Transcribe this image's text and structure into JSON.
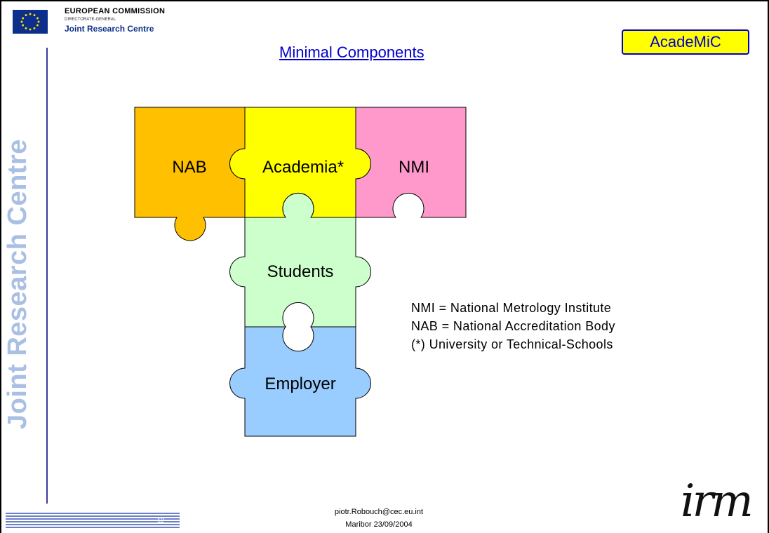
{
  "header": {
    "org_title": "EUROPEAN COMMISSION",
    "org_sub": "DIRECTORATE-GENERAL",
    "org_unit": "Joint Research Centre",
    "side_title": "Joint Research Centre"
  },
  "slide": {
    "title": "Minimal Components",
    "badge": "AcadeMiC"
  },
  "pieces": {
    "nab": "NAB",
    "academia": "Academia*",
    "nmi": "NMI",
    "students": "Students",
    "employer": "Employer"
  },
  "legend": [
    "NMI = National Metrology Institute",
    "NAB = National Accreditation Body",
    "(*) University or Technical-Schools"
  ],
  "footer": {
    "email": "piotr.Robouch@cec.eu.int",
    "event": "Maribor 23/09/2004",
    "page_number": "12",
    "logo": "irm"
  },
  "colors": {
    "nab": "#ffc000",
    "academia": "#ffff00",
    "nmi": "#ff99cc",
    "students": "#ccffcc",
    "employer": "#99ccff",
    "title": "#0000cc"
  }
}
